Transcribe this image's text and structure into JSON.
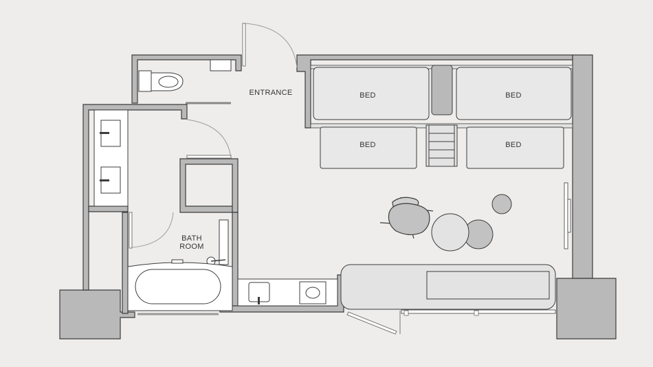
{
  "colors": {
    "background": "#eeedeb",
    "wall_fill": "#b9b9b9",
    "wall_stroke": "#3c3c3c",
    "fixture_fill": "#ffffff",
    "furniture_fill": "#e3e3e3",
    "chair_fill": "#c2c2c2"
  },
  "labels": {
    "entrance": "ENTRANCE",
    "bed_top_left": "BED",
    "bed_top_right": "BED",
    "bed_bottom_left": "BED",
    "bed_bottom_right": "BED",
    "bath_line1": "BATH",
    "bath_line2": "ROOM"
  },
  "icons": [
    "toilet-icon",
    "sink-icon",
    "bathtub-icon",
    "shower-icon",
    "armchair-icon",
    "ladder-icon",
    "door-swing-icon"
  ]
}
